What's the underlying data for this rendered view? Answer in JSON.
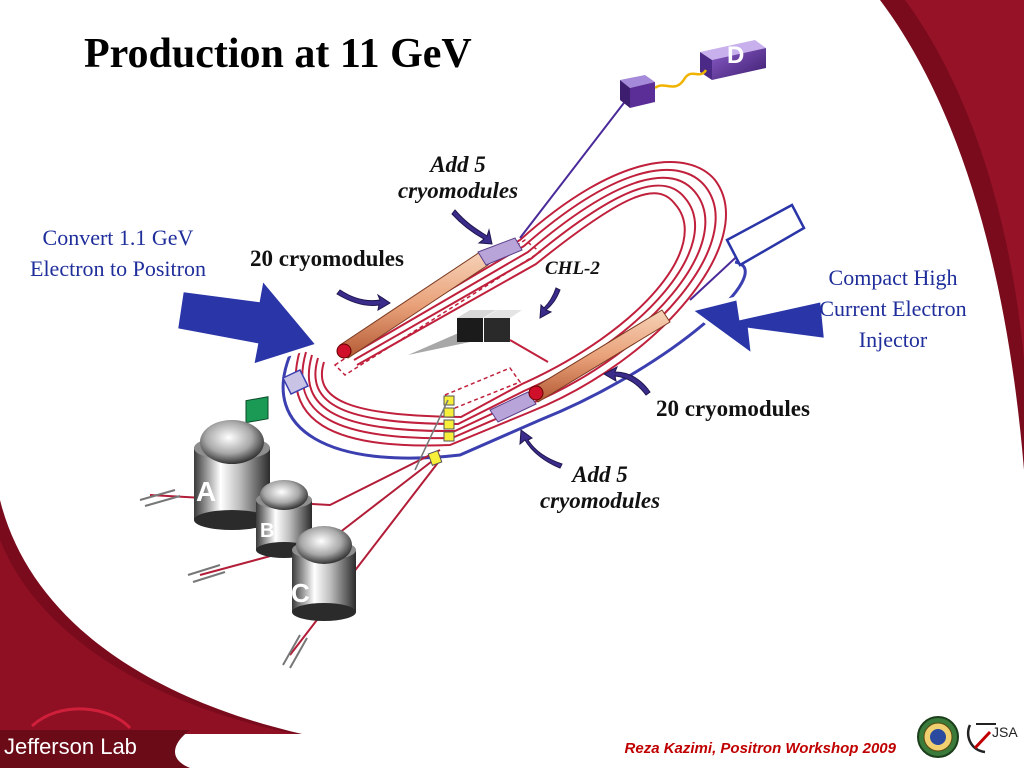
{
  "slide": {
    "title": "Production at 11 GeV",
    "labels": {
      "convert_line1": "Convert 1.1 GeV",
      "convert_line2": "Electron to Positron",
      "injector_line1": "Compact High",
      "injector_line2": "Current Electron",
      "injector_line3": "Injector",
      "cryo_top_left": "20 cryomodules",
      "cryo_bottom_right": "20 cryomodules",
      "add5_top_line1": "Add 5",
      "add5_top_line2": "cryomodules",
      "add5_bottom_line1": "Add 5",
      "add5_bottom_line2": "cryomodules",
      "chl2": "CHL-2"
    },
    "halls": {
      "a": "A",
      "b": "B",
      "c": "C",
      "d": "D"
    },
    "footer": {
      "credit": "Reza Kazimi, Positron Workshop 2009",
      "lab_logo": "Jefferson Lab",
      "jsa_logo": "JSA"
    },
    "colors": {
      "maroon": "#7a0b1c",
      "beamline_red": "#c0203c",
      "label_blue": "#1f2e9b",
      "arrow_blue": "#2a35a8",
      "hall_d_purple": "#5b2d96",
      "credit_red": "#c00000"
    },
    "icons": [
      "doe-seal-icon",
      "jsa-logo-icon",
      "jefferson-lab-logo-icon"
    ]
  }
}
